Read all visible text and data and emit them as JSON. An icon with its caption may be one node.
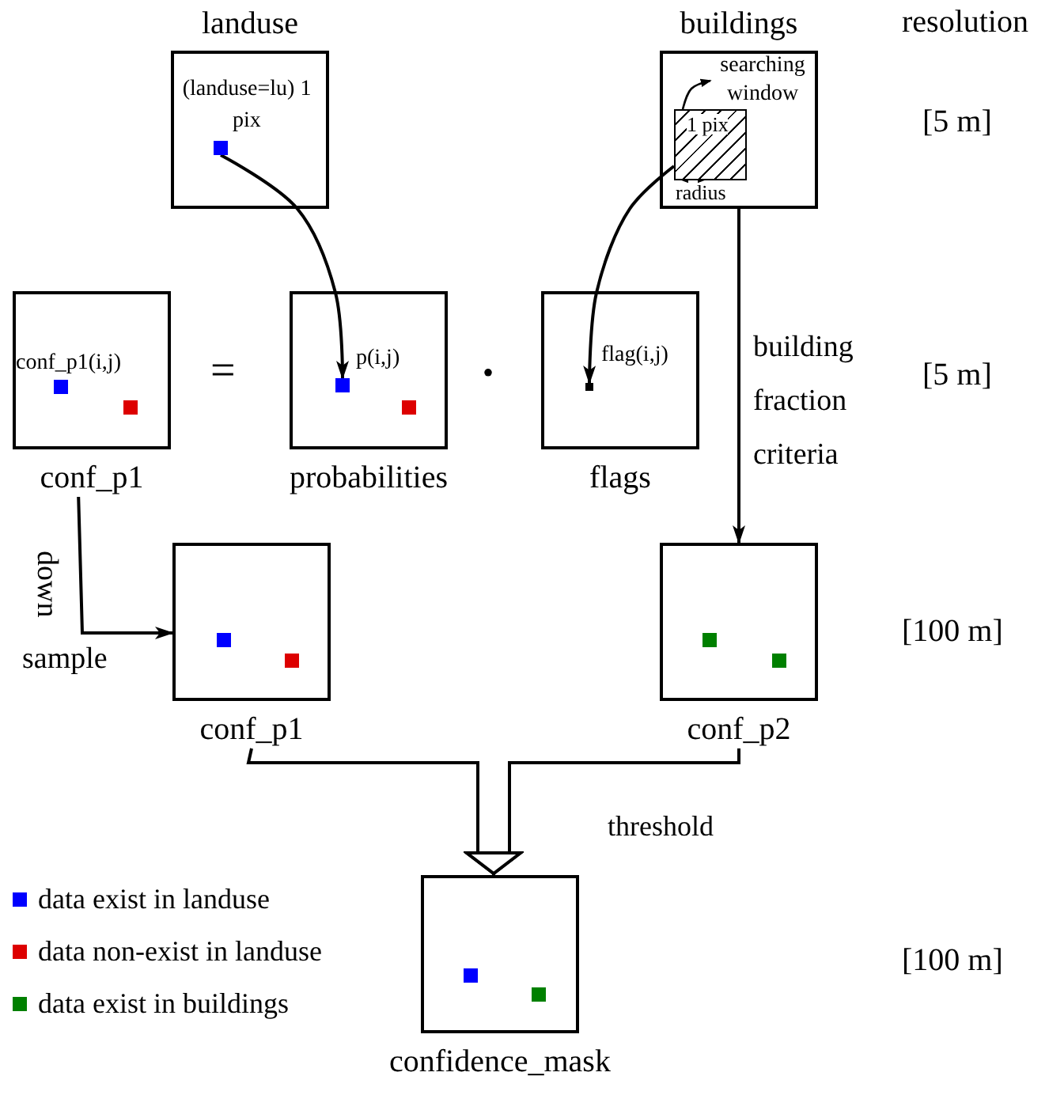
{
  "diagram": {
    "nodes": [
      {
        "text": [
          "landuse",
          "(landuse=lu) 1 pix"
        ]
      },
      {
        "text": [],
        "shape": "box",
        "in": 0
      },
      {
        "text": [
          "buildings"
        ]
      },
      {
        "text": [
          "searching window"
        ],
        "in": 2
      },
      {
        "text": [
          "1 pix"
        ],
        "in": 2,
        "beside": [
          "radius"
        ]
      },
      {
        "text": [
          "conf_p1(i,j)",
          "conf_p1"
        ]
      },
      {
        "text": [
          "p(i,j)",
          "probabilities"
        ]
      },
      {
        "text": [],
        "shape": "box",
        "in": 6
      },
      {
        "text": [
          "flag(i,j)",
          "flags"
        ]
      },
      {
        "text": [],
        "shape": "box",
        "in": 8
      },
      {
        "text": [
          "conf_p1"
        ]
      },
      {
        "text": [
          "conf_p2"
        ]
      },
      {
        "text": [
          "confidence_mask"
        ]
      }
    ],
    "edges": [
      {
        "from": 4,
        "to": 3,
        "arrow": "to"
      },
      {
        "from": 1,
        "to": 7,
        "arrow": "to"
      },
      {
        "from": 4,
        "to": 9,
        "arrow": "to"
      },
      {
        "from": 2,
        "to": 11,
        "arrow": "to",
        "label": "building fraction criteria"
      },
      {
        "from": 5,
        "to": 10,
        "arrow": "to"
      },
      {
        "from": 10,
        "to": 12,
        "arrow": "to"
      },
      {
        "from": 11,
        "to": 12,
        "arrow": "to",
        "label": "threshold"
      }
    ],
    "labels": [
      "resolution",
      "[5 m]",
      "=",
      "•",
      "[5 m]",
      "down",
      "[100 m]",
      "sample",
      "[100 m]"
    ],
    "legend": [
      {
        "text": "data exist in landuse",
        "color": "#0000ff"
      },
      {
        "text": "data non-exist in landuse",
        "color": "#dd0000"
      },
      {
        "text": "data exist in buildings",
        "color": "#008000"
      }
    ]
  }
}
